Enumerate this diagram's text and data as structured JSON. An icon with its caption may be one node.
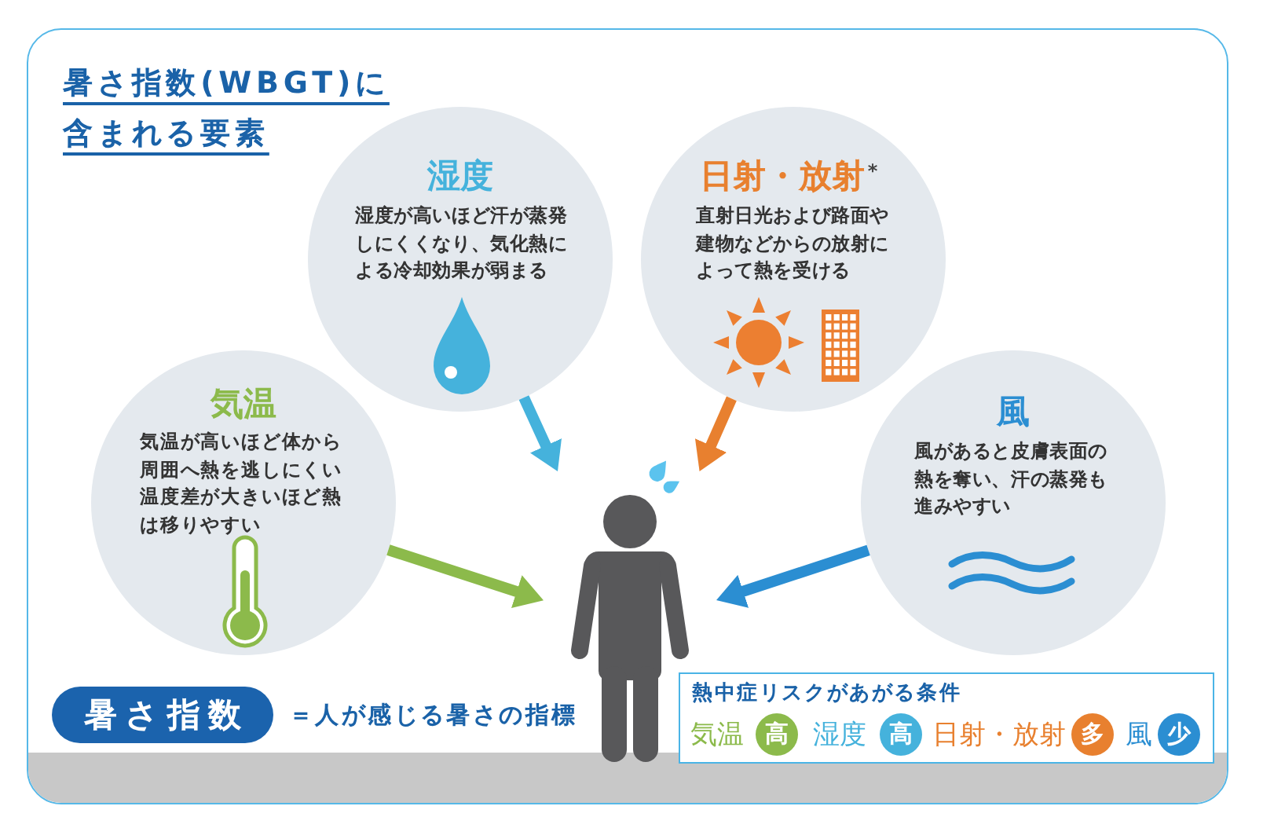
{
  "diagram": {
    "title": "暑さ指数(WBGT)に含まれる要素",
    "nodes": [
      {
        "text": [
          "湿度",
          "湿度が高いほど汗が蒸発しにくくなり、気化熱による冷却効果が弱まる"
        ]
      },
      {
        "text": [
          "日射・放射$^{*}$",
          "直射日光および路面や建物などからの放射によって熱を受ける"
        ]
      },
      {
        "text": [
          "気温",
          "気温が高いほど体から周囲へ熱を逃しにくい温度差が大きいほど熱は移りやすい"
        ]
      },
      {
        "text": [
          "風",
          "風があると皮膚表面の熱を奪い、汗の蒸発も進みやすい"
        ]
      },
      {
        "text": [],
        "shape": "person"
      },
      {
        "text": [
          "暑さ指数"
        ]
      },
      {
        "text": [
          "熱中症リスクがあがる条件"
        ]
      },
      {
        "text": [
          "高"
        ],
        "in": 6,
        "beside": [
          "気温"
        ]
      },
      {
        "text": [
          "高"
        ],
        "in": 6,
        "beside": [
          "湿度"
        ]
      },
      {
        "text": [
          "多"
        ],
        "in": 6,
        "beside": [
          "日射・放射"
        ]
      },
      {
        "text": [
          "少"
        ],
        "in": 6,
        "beside": [
          "風"
        ]
      }
    ],
    "edges": [
      {
        "from": 0,
        "to": 4,
        "arrow": "to",
        "color": "#45b2dc"
      },
      {
        "from": 1,
        "to": 4,
        "arrow": "to",
        "color": "#e8802f"
      },
      {
        "from": 2,
        "to": 4,
        "arrow": "to",
        "color": "#8cba4b"
      },
      {
        "from": 3,
        "to": 4,
        "arrow": "to",
        "color": "#2b8ed2"
      }
    ],
    "labels": [
      "＝人が感じる暑さの指標"
    ]
  }
}
